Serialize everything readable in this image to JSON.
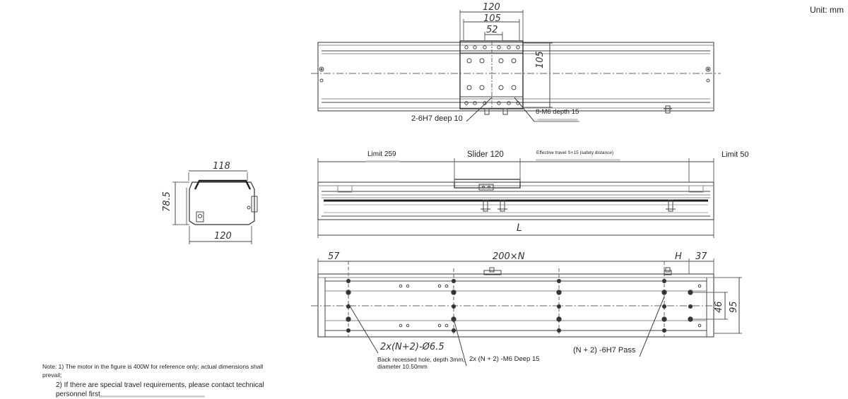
{
  "unit": "Unit: mm",
  "top_view": {
    "dims": [
      "120",
      "105",
      "52",
      "105"
    ],
    "callouts": [
      "2-6H7 deep 10",
      "8-M6 depth 15"
    ]
  },
  "side_view": {
    "labels": [
      "Limit 259",
      "Slider 120",
      "Effective travel S+15 (safety distance)",
      "Limit 50"
    ],
    "length": "L"
  },
  "end_view": {
    "dims": [
      "118",
      "78.5",
      "120"
    ]
  },
  "bottom_view": {
    "dims": [
      "57",
      "200×N",
      "H",
      "37",
      "46",
      "95"
    ],
    "callouts": [
      "2x(N+2)-Ø6.5",
      "Back recessed hole, depth 3mm,",
      "diameter 10.50mm",
      "2x (N + 2) -M6 Deep 15",
      "(N + 2) -6H7 Pass"
    ]
  },
  "notes": [
    "Note: 1) The motor in the figure is 400W for reference only; actual dimensions shall",
    "prevail;",
    "2) If there are special travel requirements, please contact technical",
    "personnel first."
  ]
}
